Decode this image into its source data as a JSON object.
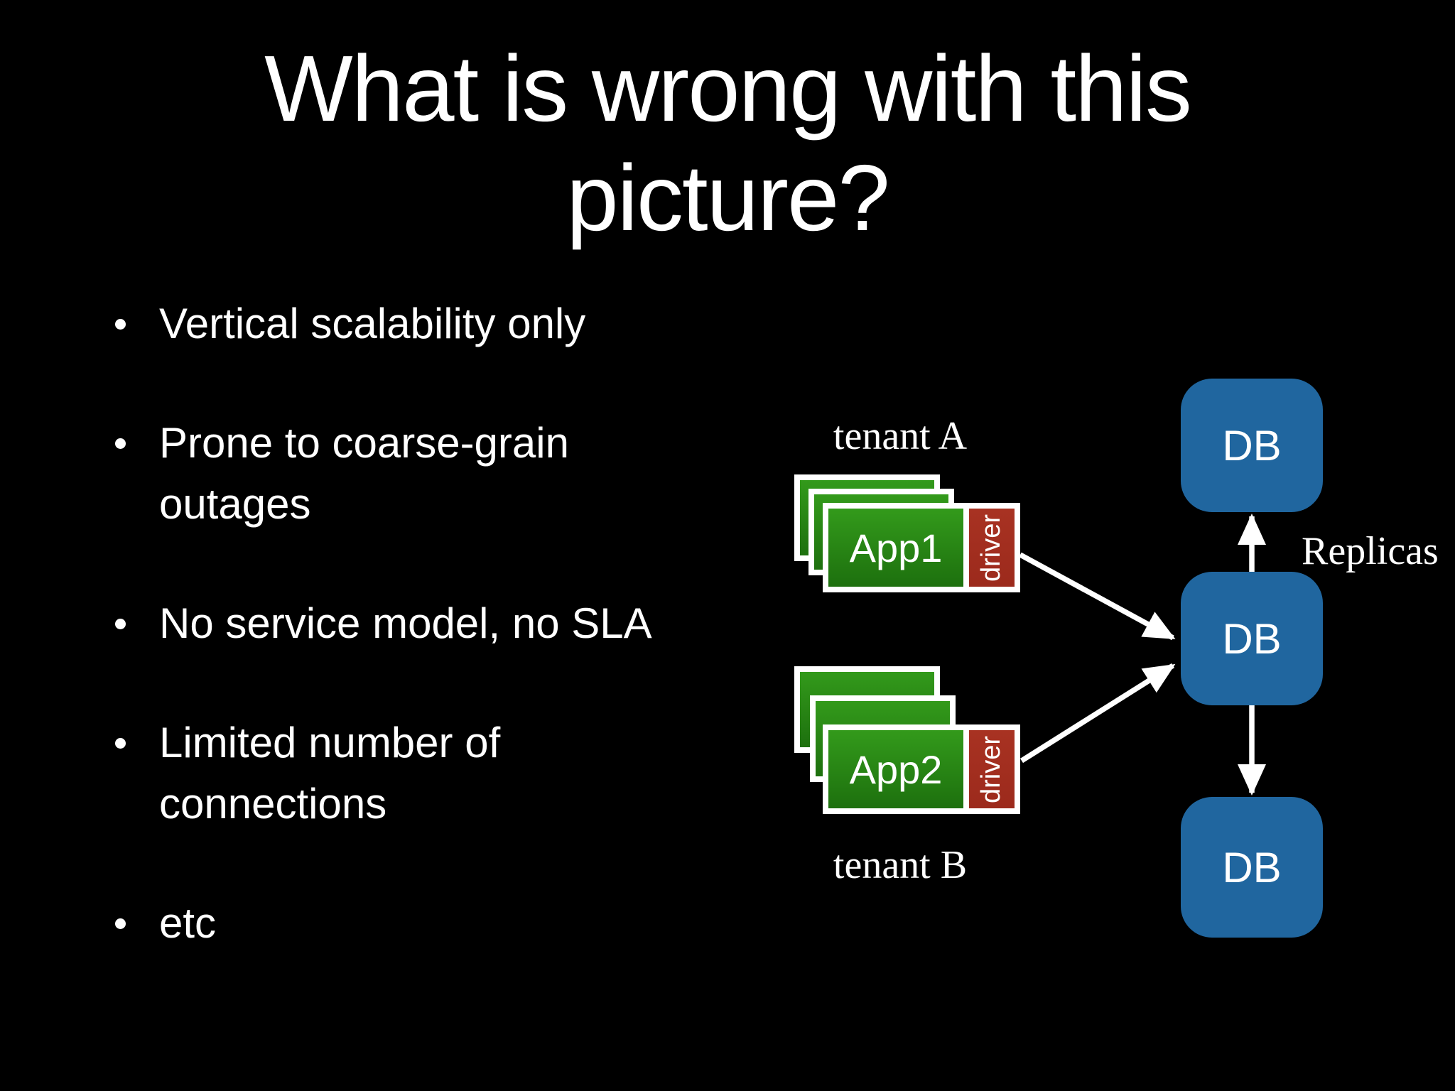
{
  "slide": {
    "title_line1": "What is wrong with this",
    "title_line2": "picture?",
    "bullets": [
      "Vertical scalability only",
      "Prone to coarse-grain\noutages",
      "No service model, no SLA",
      "Limited number of\nconnections",
      "etc"
    ]
  },
  "diagram": {
    "tenant_a": {
      "label": "tenant A",
      "app_label": "App1",
      "driver_label": "driver"
    },
    "tenant_b": {
      "label": "tenant B",
      "app_label": "App2",
      "driver_label": "driver"
    },
    "db_labels": [
      "DB",
      "DB",
      "DB"
    ],
    "replicas_label": "Replicas",
    "colors": {
      "background": "#000000",
      "text": "#ffffff",
      "app_green_top": "#339a1b",
      "app_green_bottom": "#1d700e",
      "driver_red": "#9c2a1c",
      "db_blue": "#20669f",
      "arrow_white": "#ffffff"
    }
  }
}
